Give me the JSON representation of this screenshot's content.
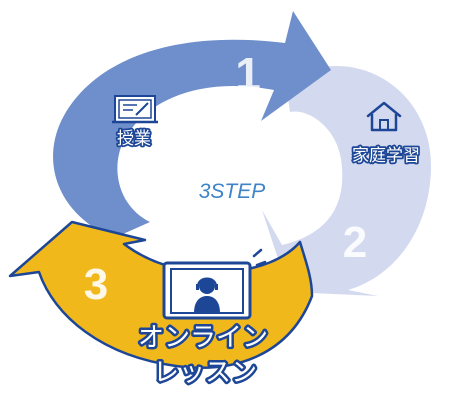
{
  "center_label": "3STEP",
  "steps": [
    {
      "number": "1",
      "label": "授業",
      "icon": "whiteboard-icon"
    },
    {
      "number": "2",
      "label": "家庭学習",
      "icon": "house-icon"
    },
    {
      "number": "3",
      "label_lines": [
        "オンライン",
        "レッスン"
      ],
      "icon": "video-lesson-monitor-icon"
    }
  ],
  "colors": {
    "step1_arrow": "#6e8fcb",
    "step2_arrow": "#d3d9ef",
    "step3_arrow": "#f1b81b",
    "outline": "#1d4796",
    "center_text": "#3f84c8",
    "number_text": "#ffffff"
  }
}
